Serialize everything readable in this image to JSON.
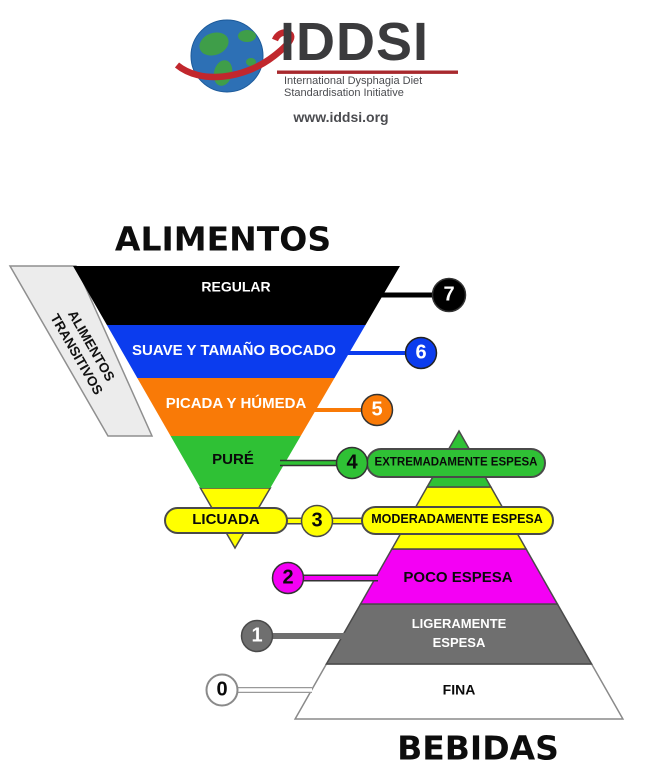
{
  "logo": {
    "brand": "IDDSI",
    "subtitle_line1": "International Dysphagia Diet",
    "subtitle_line2": "Standardisation Initiative",
    "website": "www.iddsi.org",
    "brand_color": "#3b3b3d",
    "accent_red": "#a8292e"
  },
  "headings": {
    "foods": "ALIMENTOS",
    "drinks": "BEBIDAS"
  },
  "transitional": {
    "line1": "ALIMENTOS",
    "line2": "TRANSITIVOS"
  },
  "colors": {
    "level7": "#000000",
    "level6": "#0b3cee",
    "level5": "#f97a07",
    "level4": "#2fc135",
    "level3": "#ffff00",
    "level2": "#f400f4",
    "level1": "#6f6f6f",
    "level0": "#ffffff"
  },
  "food_levels": [
    {
      "number": "7",
      "label": "REGULAR"
    },
    {
      "number": "6",
      "label": "SUAVE Y TAMAÑO BOCADO"
    },
    {
      "number": "5",
      "label": "PICADA Y HÚMEDA"
    },
    {
      "number": "4",
      "label": "PURÉ"
    },
    {
      "number": "3",
      "label": "LICUADA"
    }
  ],
  "drink_levels": [
    {
      "number": "4",
      "label": "EXTREMADAMENTE ESPESA"
    },
    {
      "number": "3",
      "label": "MODERADAMENTE ESPESA"
    },
    {
      "number": "2",
      "label": "POCO ESPESA"
    },
    {
      "number": "1",
      "label_line1": "LIGERAMENTE",
      "label_line2": "ESPESA"
    },
    {
      "number": "0",
      "label": "FINA"
    }
  ]
}
